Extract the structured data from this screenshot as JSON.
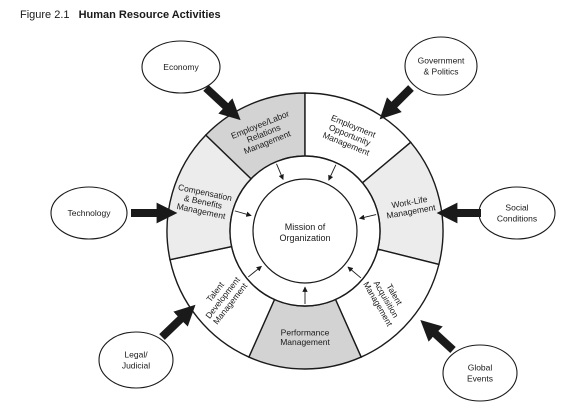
{
  "figure": {
    "number": "Figure 2.1",
    "title": "Human Resource Activities"
  },
  "center": {
    "lines": [
      "Mission of",
      "Organization"
    ]
  },
  "segments": [
    {
      "id": "employee-labor-relations",
      "lines": [
        "Employee/Labor",
        "Relations",
        "Management"
      ],
      "shade": "#d3d3d3"
    },
    {
      "id": "employment-opportunity",
      "lines": [
        "Employment",
        "Opportunity",
        "Management"
      ],
      "shade": "#ffffff"
    },
    {
      "id": "work-life",
      "lines": [
        "Work-Life",
        "Management"
      ],
      "shade": "#ececec"
    },
    {
      "id": "talent-acquisition",
      "lines": [
        "Talent",
        "Acquisition",
        "Management"
      ],
      "shade": "#ffffff"
    },
    {
      "id": "performance",
      "lines": [
        "Performance",
        "Management"
      ],
      "shade": "#d3d3d3"
    },
    {
      "id": "talent-development",
      "lines": [
        "Talent",
        "Development",
        "Management"
      ],
      "shade": "#ffffff"
    },
    {
      "id": "compensation-benefits",
      "lines": [
        "Compensation",
        "& Benefits",
        "Management"
      ],
      "shade": "#ececec"
    }
  ],
  "external": [
    {
      "id": "economy",
      "lines": [
        "Economy"
      ]
    },
    {
      "id": "government",
      "lines": [
        "Government",
        "& Politics"
      ]
    },
    {
      "id": "technology",
      "lines": [
        "Technology"
      ]
    },
    {
      "id": "social",
      "lines": [
        "Social",
        "Conditions"
      ]
    },
    {
      "id": "legal",
      "lines": [
        "Legal/",
        "Judicial"
      ]
    },
    {
      "id": "global",
      "lines": [
        "Global",
        "Events"
      ]
    }
  ],
  "colors": {
    "stroke": "#1a1a1a",
    "arrow": "#1a1a1a",
    "oval_fill": "#ffffff"
  }
}
